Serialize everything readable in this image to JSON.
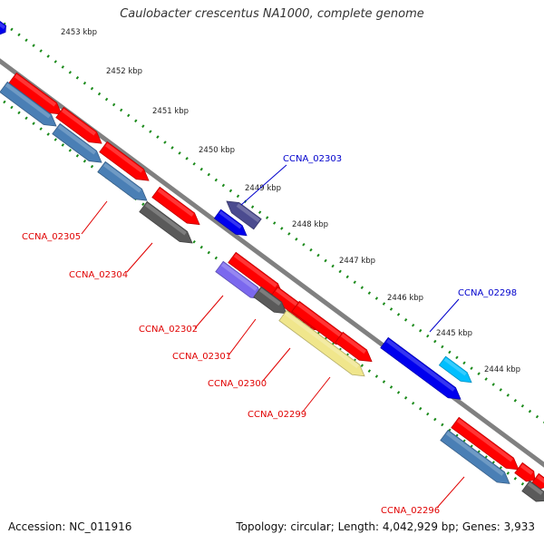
{
  "title": "Caulobacter crescentus NA1000, complete genome",
  "accession": "Accession: NC_011916",
  "topology": "Topology: circular; Length: 4,042,929 bp; Genes: 3,933",
  "colors": {
    "backbone": "#808080",
    "scale_dots": "#1a8a1a",
    "red": "#ff0000",
    "steelblue": "#4a7fb5",
    "dark_gray": "#5a5a5a",
    "navy_blue": "#0000ee",
    "slate_purple": "#4b4b8f",
    "lavender": "#7b68ee",
    "khaki": "#f0e68c",
    "cyan": "#00bfff",
    "label_red": "#e00000",
    "label_blue": "#0000cc"
  },
  "scale": {
    "ticks": [
      "2453 kbp",
      "2452 kbp",
      "2451 kbp",
      "2450 kbp",
      "2449 kbp",
      "2448 kbp",
      "2447 kbp",
      "2446 kbp",
      "2445 kbp",
      "2444 kbp"
    ]
  },
  "features": [
    {
      "color": "navy_blue",
      "direction": "forward"
    },
    {
      "color": "red",
      "direction": "forward"
    },
    {
      "color": "red",
      "direction": "forward"
    },
    {
      "color": "red",
      "direction": "forward"
    },
    {
      "color": "red",
      "direction": "forward"
    },
    {
      "color": "steelblue",
      "direction": "forward"
    },
    {
      "color": "steelblue",
      "direction": "forward"
    },
    {
      "color": "steelblue",
      "direction": "forward"
    },
    {
      "color": "dark_gray",
      "direction": "forward"
    },
    {
      "color": "slate_purple",
      "direction": "reverse"
    },
    {
      "color": "navy_blue",
      "direction": "forward"
    },
    {
      "color": "red",
      "direction": "forward"
    },
    {
      "color": "red",
      "direction": "forward"
    },
    {
      "color": "red",
      "direction": "forward"
    },
    {
      "color": "red",
      "direction": "forward"
    },
    {
      "color": "lavender",
      "direction": "forward"
    },
    {
      "color": "dark_gray",
      "direction": "forward"
    },
    {
      "color": "khaki",
      "direction": "forward"
    },
    {
      "color": "navy_blue",
      "direction": "forward"
    },
    {
      "color": "cyan",
      "direction": "forward"
    },
    {
      "color": "red",
      "direction": "forward"
    },
    {
      "color": "red",
      "direction": "forward"
    },
    {
      "color": "red",
      "direction": "forward"
    },
    {
      "color": "steelblue",
      "direction": "forward"
    },
    {
      "color": "dark_gray",
      "direction": "forward"
    }
  ],
  "labels": [
    {
      "text": "CCNA_02305",
      "color": "label_red"
    },
    {
      "text": "CCNA_02304",
      "color": "label_red"
    },
    {
      "text": "CCNA_02303",
      "color": "label_blue"
    },
    {
      "text": "CCNA_02302",
      "color": "label_red"
    },
    {
      "text": "CCNA_02301",
      "color": "label_red"
    },
    {
      "text": "CCNA_02300",
      "color": "label_red"
    },
    {
      "text": "CCNA_02299",
      "color": "label_red"
    },
    {
      "text": "CCNA_02298",
      "color": "label_blue"
    },
    {
      "text": "CCNA_02296",
      "color": "label_red"
    }
  ]
}
